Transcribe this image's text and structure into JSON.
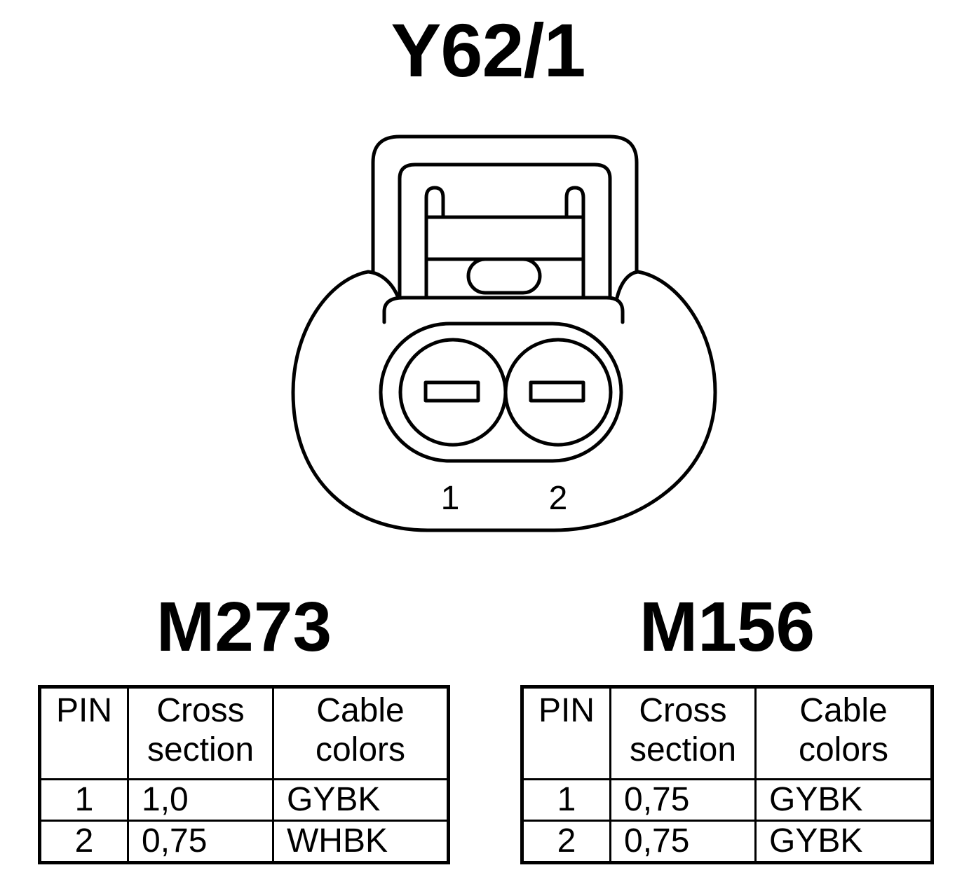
{
  "connector": {
    "id": "Y62/1",
    "pin_labels": [
      "1",
      "2"
    ]
  },
  "tables": [
    {
      "engine": "M273",
      "headers": {
        "pin": "PIN",
        "cross_section": "Cross section",
        "cable_colors": "Cable colors"
      },
      "rows": [
        {
          "pin": "1",
          "cross_section": "1,0",
          "cable_colors": "GYBK"
        },
        {
          "pin": "2",
          "cross_section": "0,75",
          "cable_colors": "WHBK"
        }
      ]
    },
    {
      "engine": "M156",
      "headers": {
        "pin": "PIN",
        "cross_section": "Cross section",
        "cable_colors": "Cable colors"
      },
      "rows": [
        {
          "pin": "1",
          "cross_section": "0,75",
          "cable_colors": "GYBK"
        },
        {
          "pin": "2",
          "cross_section": "0,75",
          "cable_colors": "GYBK"
        }
      ]
    }
  ]
}
